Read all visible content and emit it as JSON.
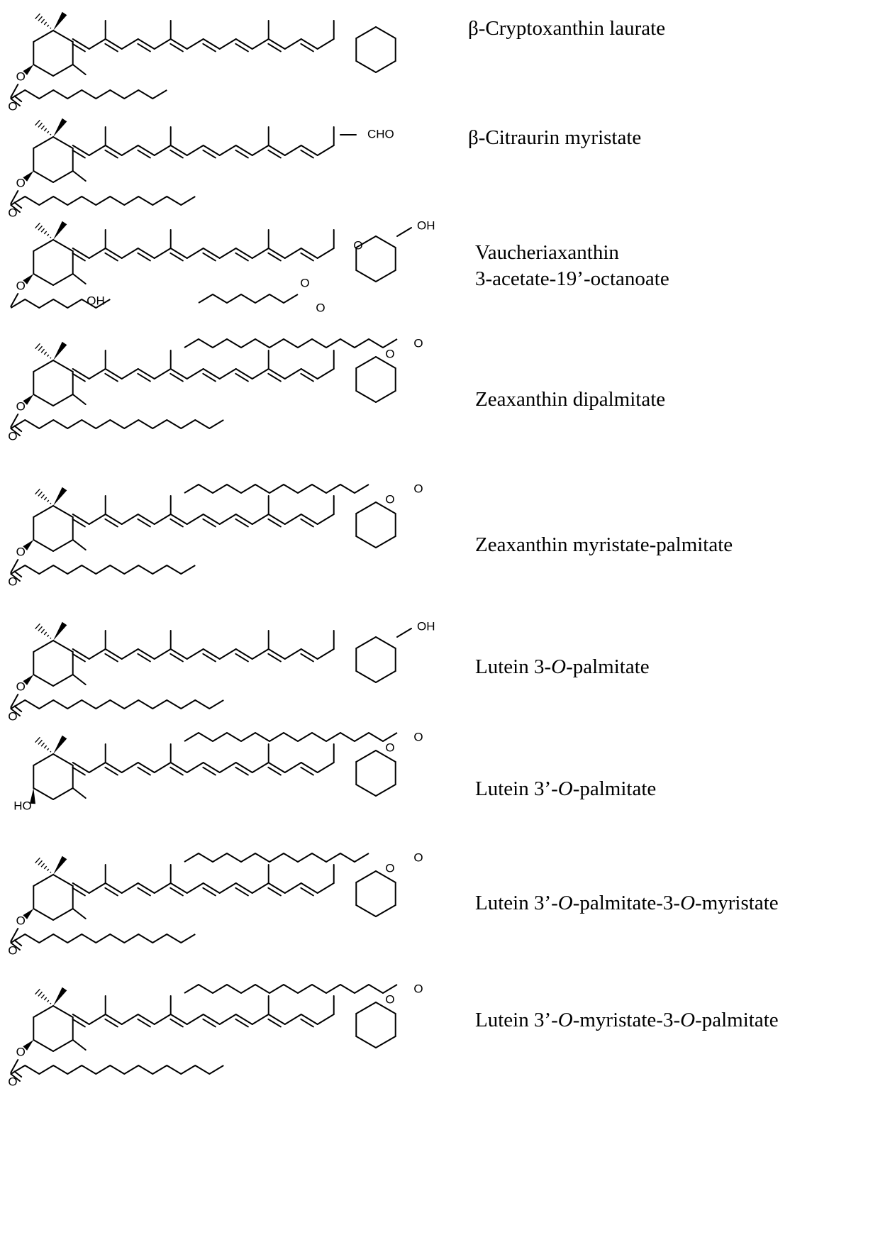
{
  "figure": {
    "compounds": [
      {
        "id": "c1",
        "name_parts": [
          {
            "t": "β-Cryptoxanthin laurate"
          }
        ],
        "labels": {
          "ester_o": "O",
          "carbonyl_o": "O"
        }
      },
      {
        "id": "c2",
        "name_parts": [
          {
            "t": "β-Citraurin myristate"
          }
        ],
        "labels": {
          "ester_o": "O",
          "carbonyl_o": "O",
          "aldehyde": "CHO"
        }
      },
      {
        "id": "c3",
        "name_parts": [
          {
            "t": "Vaucheriaxanthin"
          }
        ],
        "name_parts_line2": [
          {
            "t": "3-acetate-19’-octanoate"
          }
        ],
        "labels": {
          "ester_o": "O",
          "hydroxyl": "OH",
          "epoxide_o": "O",
          "hydroxyl_right": "OH",
          "ester_o2": "O",
          "carbonyl_o2": "O"
        }
      },
      {
        "id": "c4",
        "name_parts": [
          {
            "t": "Zeaxanthin dipalmitate"
          }
        ],
        "labels": {
          "ester_o": "O",
          "carbonyl_o": "O",
          "ester_o_right": "O",
          "carbonyl_o_right": "O"
        }
      },
      {
        "id": "c5",
        "name_parts": [
          {
            "t": "Zeaxanthin myristate-palmitate"
          }
        ],
        "labels": {
          "ester_o": "O",
          "carbonyl_o": "O",
          "ester_o_right": "O",
          "carbonyl_o_right": "O"
        }
      },
      {
        "id": "c6",
        "name_parts": [
          {
            "t": "Lutein 3-"
          },
          {
            "t": "O",
            "i": true
          },
          {
            "t": "-palmitate"
          }
        ],
        "labels": {
          "ester_o": "O",
          "carbonyl_o": "O",
          "hydroxyl_right": "OH"
        }
      },
      {
        "id": "c7",
        "name_parts": [
          {
            "t": "Lutein 3’-"
          },
          {
            "t": "O",
            "i": true
          },
          {
            "t": "-palmitate"
          }
        ],
        "labels": {
          "hydroxyl_left": "HO",
          "ester_o_right": "O",
          "carbonyl_o_right": "O"
        }
      },
      {
        "id": "c8",
        "name_parts": [
          {
            "t": "Lutein 3’-"
          },
          {
            "t": "O",
            "i": true
          },
          {
            "t": "-palmitate-3-"
          },
          {
            "t": "O",
            "i": true
          },
          {
            "t": "-myristate"
          }
        ],
        "labels": {
          "ester_o": "O",
          "carbonyl_o": "O",
          "ester_o_right": "O",
          "carbonyl_o_right": "O"
        }
      },
      {
        "id": "c9",
        "name_parts": [
          {
            "t": "Lutein 3’-"
          },
          {
            "t": "O",
            "i": true
          },
          {
            "t": "-myristate-3-"
          },
          {
            "t": "O",
            "i": true
          },
          {
            "t": "-palmitate"
          }
        ],
        "labels": {
          "ester_o": "O",
          "carbonyl_o": "O",
          "ester_o_right": "O",
          "carbonyl_o_right": "O"
        }
      }
    ]
  }
}
